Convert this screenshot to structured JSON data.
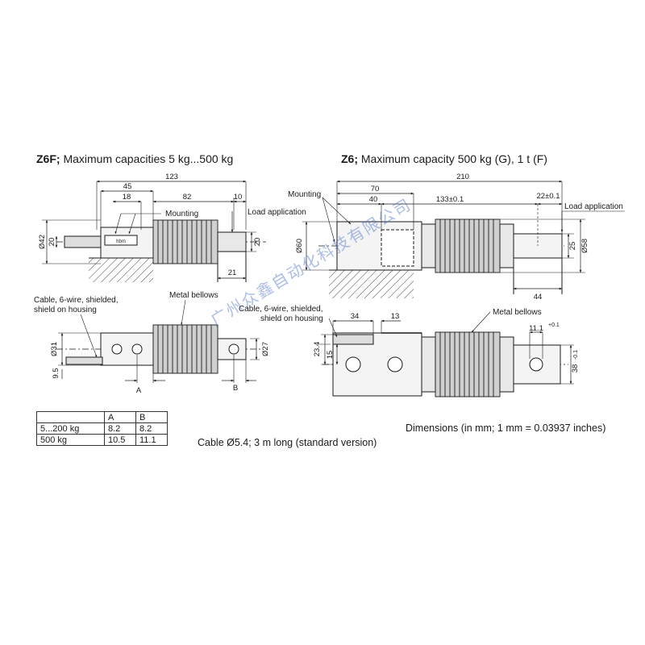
{
  "headings": {
    "z6f": {
      "model": "Z6F;",
      "text": " Maximum capacities 5 kg...500 kg"
    },
    "z6": {
      "model": "Z6;",
      "text": " Maximum capacity 500 kg (G), 1 t (F)"
    }
  },
  "z6f_top": {
    "d123": "123",
    "d45": "45",
    "d18": "18",
    "d82": "82",
    "d10": "10",
    "mounting": "Mounting",
    "load_application": "Load application",
    "phi42": "Ø42",
    "d20a": "20",
    "d20b": "20",
    "d21": "21"
  },
  "z6f_bottom": {
    "cable": [
      "Cable, 6-wire, shielded,",
      "shield on housing"
    ],
    "bellows": "Metal bellows",
    "phi31": "Ø31",
    "d95": "9.5",
    "phi27": "Ø27",
    "a": "A",
    "b": "B"
  },
  "z6_top": {
    "mounting": "Mounting",
    "d210": "210",
    "d70": "70",
    "d40": "40",
    "d133": "133±0.1",
    "d22": "22±0.1",
    "load_application": "Load application",
    "phi60": "Ø60",
    "d25": "25",
    "phi58": "Ø58",
    "d44": "44"
  },
  "z6_bottom": {
    "cable": [
      "Cable, 6-wire, shielded,",
      "shield on housing"
    ],
    "bellows": "Metal bellows",
    "d34": "34",
    "d13": "13",
    "d111": "11.1",
    "tol01": "+0.1",
    "d234": "23.4",
    "d15": "15",
    "d38": "38",
    "tol": "-0.1"
  },
  "table": {
    "header": [
      "",
      "A",
      "B"
    ],
    "rows": [
      [
        "5...200 kg",
        "8.2",
        "8.2"
      ],
      [
        "500 kg",
        "10.5",
        "11.1"
      ]
    ]
  },
  "notes": {
    "cable": "Cable Ø5.4; 3 m long (standard version)",
    "dimensions": "Dimensions (in mm; 1 mm = 0.03937 inches)"
  },
  "watermark": "广州众鑫自动化科技有限公司"
}
